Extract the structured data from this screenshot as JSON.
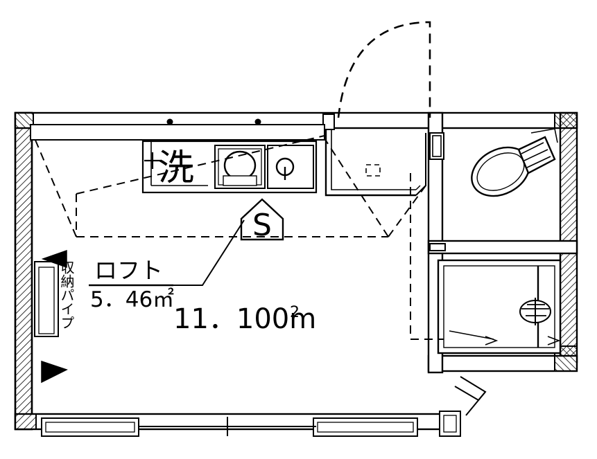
{
  "document": {
    "type": "floor-plan",
    "title": "",
    "units": "m²"
  },
  "labels": {
    "washer": "洗",
    "loft_name": "ロフト",
    "loft_area": "5．46㎡",
    "main_area": "11．100m",
    "main_area_exponent": "2",
    "stair_symbol": "S",
    "closet_vertical": "収納パイプ"
  },
  "rooms": [
    {
      "name": "main-room",
      "label": "11．100m²"
    },
    {
      "name": "loft",
      "label": "ロフト 5．46㎡"
    },
    {
      "name": "bathroom",
      "label": ""
    },
    {
      "name": "toilet",
      "label": ""
    }
  ],
  "fixtures": [
    {
      "name": "sink-icon",
      "label": ""
    },
    {
      "name": "stove-icon",
      "label": ""
    },
    {
      "name": "washer-space-icon",
      "label": "洗"
    },
    {
      "name": "bathtub-icon",
      "label": ""
    },
    {
      "name": "toilet-icon",
      "label": ""
    },
    {
      "name": "stair-icon",
      "label": "S"
    },
    {
      "name": "closet-icon",
      "label": "収納パイプ"
    }
  ],
  "colors": {
    "line": "#000000",
    "background": "#ffffff",
    "hatch": "#000000"
  }
}
